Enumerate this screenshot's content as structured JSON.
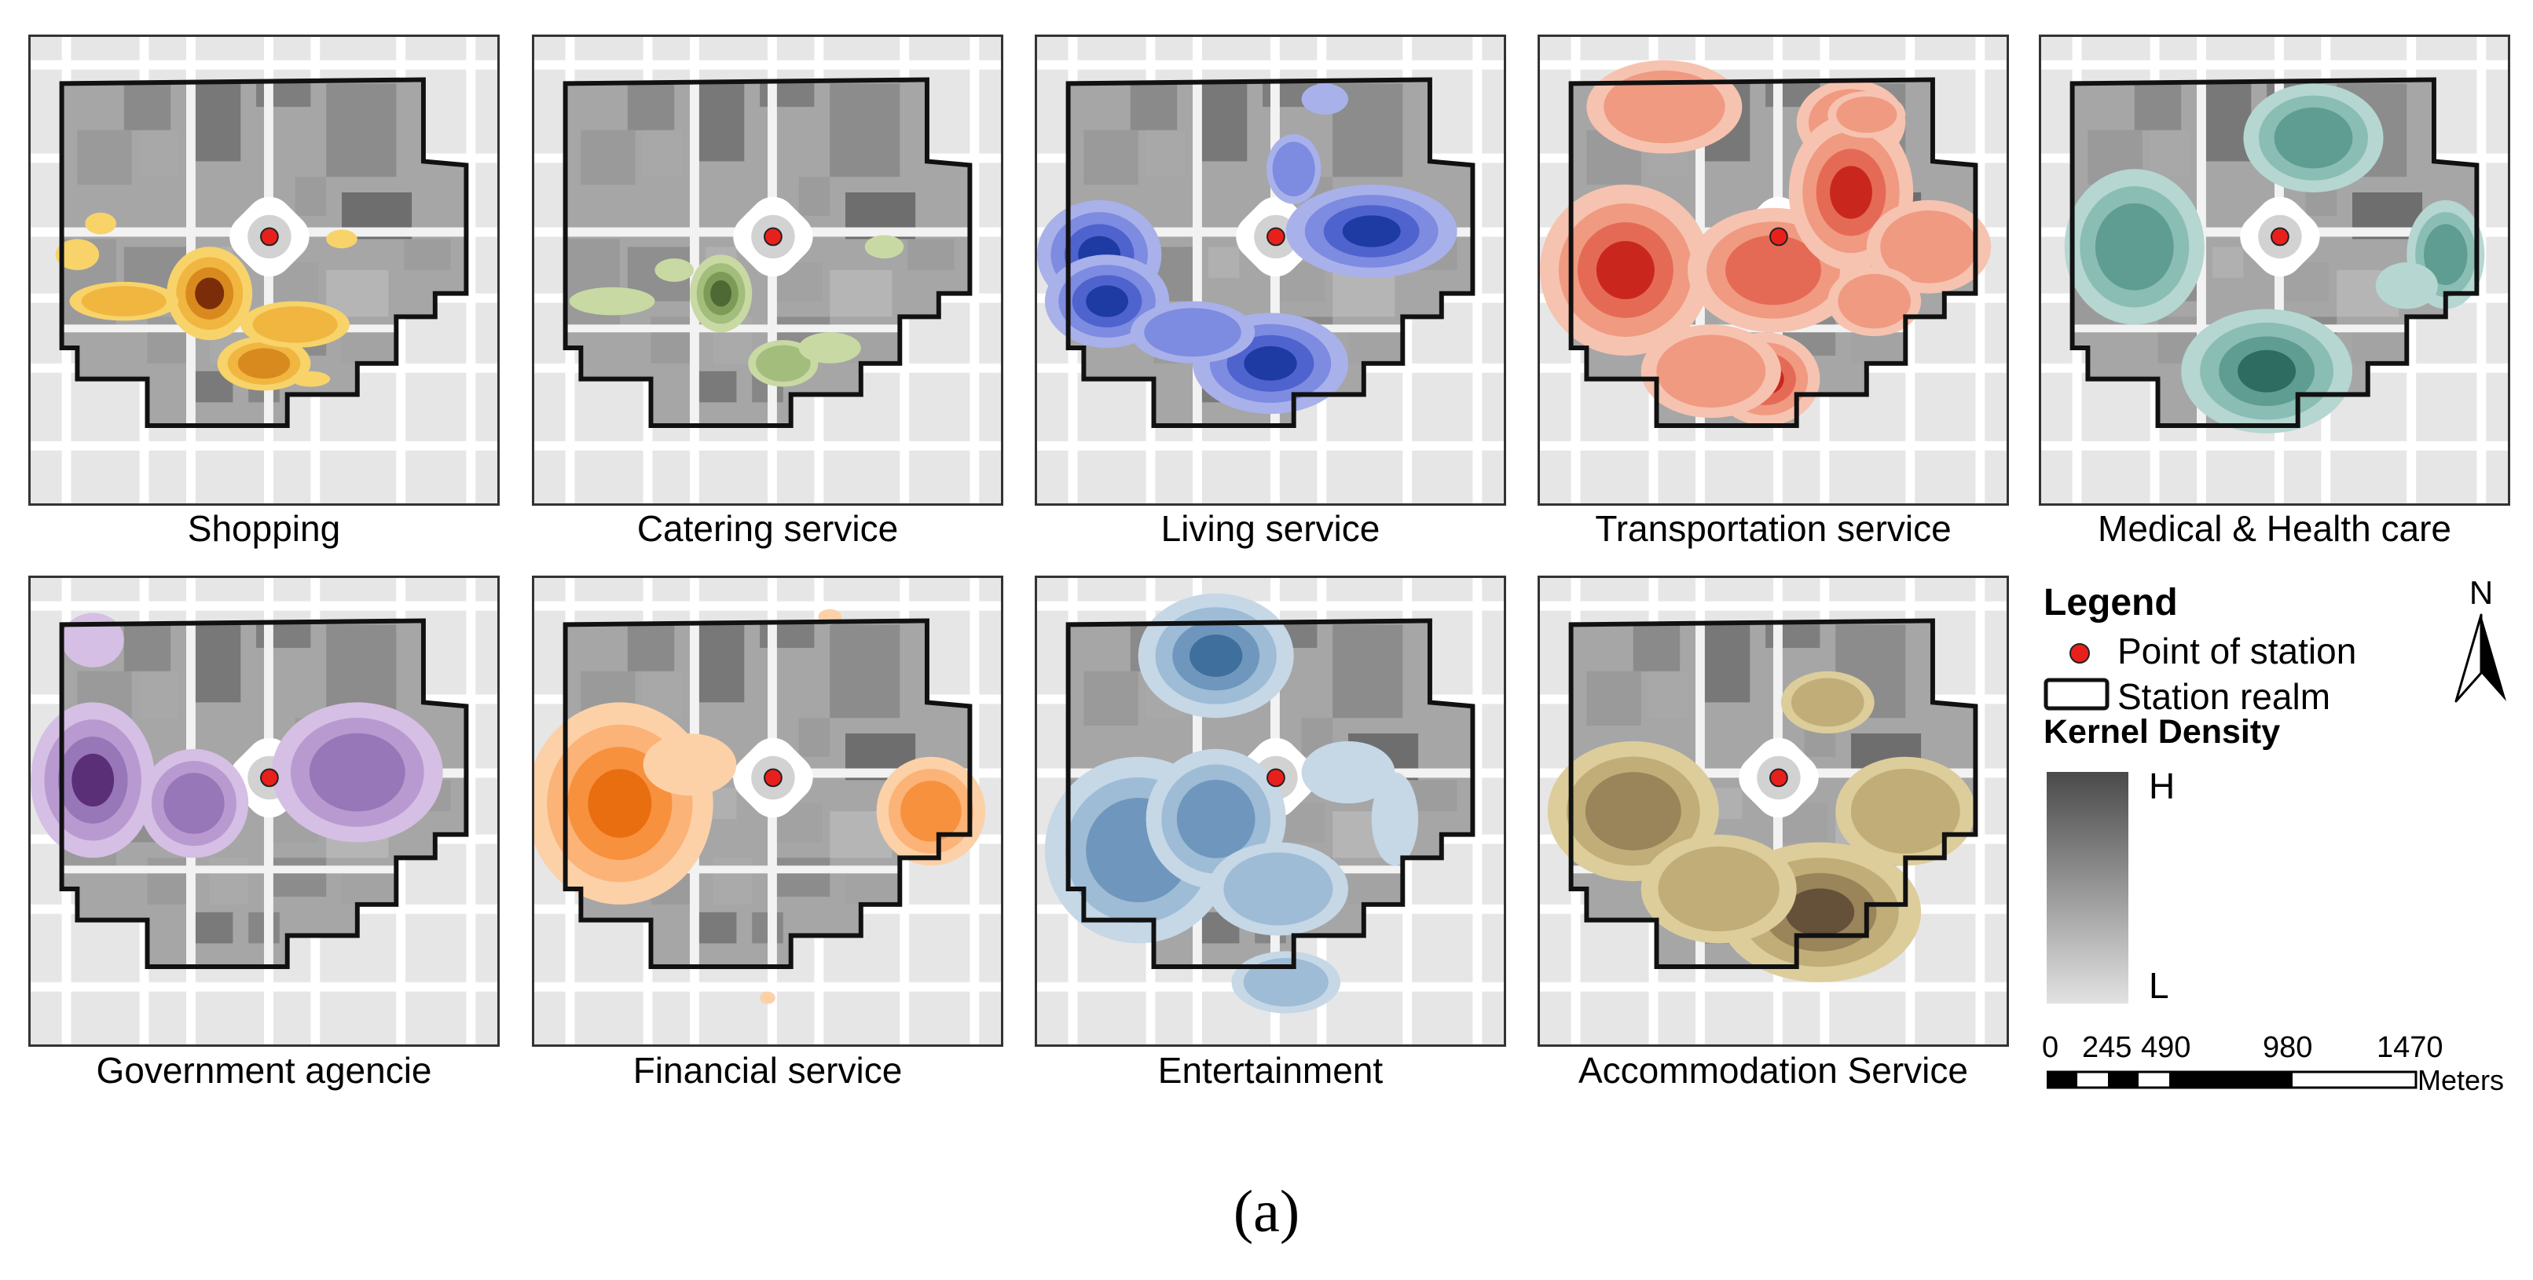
{
  "panels": [
    {
      "caption": "Shopping"
    },
    {
      "caption": "Catering service"
    },
    {
      "caption": "Living service"
    },
    {
      "caption": "Transportation service"
    },
    {
      "caption": "Medical & Health care"
    },
    {
      "caption": "Government agencie"
    },
    {
      "caption": "Financial service"
    },
    {
      "caption": "Entertainment"
    },
    {
      "caption": "Accommodation Service"
    }
  ],
  "legend": {
    "title": "Legend",
    "station_point": "Point of station",
    "station_realm": "Station realm",
    "kernel_density": "Kernel Density",
    "high": "H",
    "low": "L",
    "north": "N",
    "scale": {
      "ticks": [
        "0",
        "245",
        "490",
        "980",
        "1470"
      ],
      "unit": "Meters"
    }
  },
  "figure_label": "(a)",
  "colors": {
    "station_point": "#e8201c",
    "shopping": [
      "#f7d36a",
      "#f0b640",
      "#d98a1e",
      "#7a2d08"
    ],
    "catering": [
      "#c8d9a3",
      "#a3bd7c",
      "#7d9b57",
      "#4f6935"
    ],
    "living": [
      "#a8b1ea",
      "#7d8be0",
      "#4f63cf",
      "#1e3aa3"
    ],
    "transport": [
      "#f6c3b0",
      "#f09a81",
      "#e56a55",
      "#c9271e"
    ],
    "medical": [
      "#b5d6d1",
      "#8abdb4",
      "#5f9d92",
      "#2e6b60"
    ],
    "government": [
      "#d5bfe4",
      "#b99ad0",
      "#9877b8",
      "#5a2f78"
    ],
    "financial": [
      "#fcd1a8",
      "#fbb377",
      "#f7913e",
      "#e86e0f"
    ],
    "entertainment": [
      "#c6d7e6",
      "#9ebcd6",
      "#6f97bd",
      "#3f6f9c"
    ],
    "accommodation": [
      "#dccd9b",
      "#c1ad77",
      "#9a845a",
      "#65503a"
    ]
  }
}
